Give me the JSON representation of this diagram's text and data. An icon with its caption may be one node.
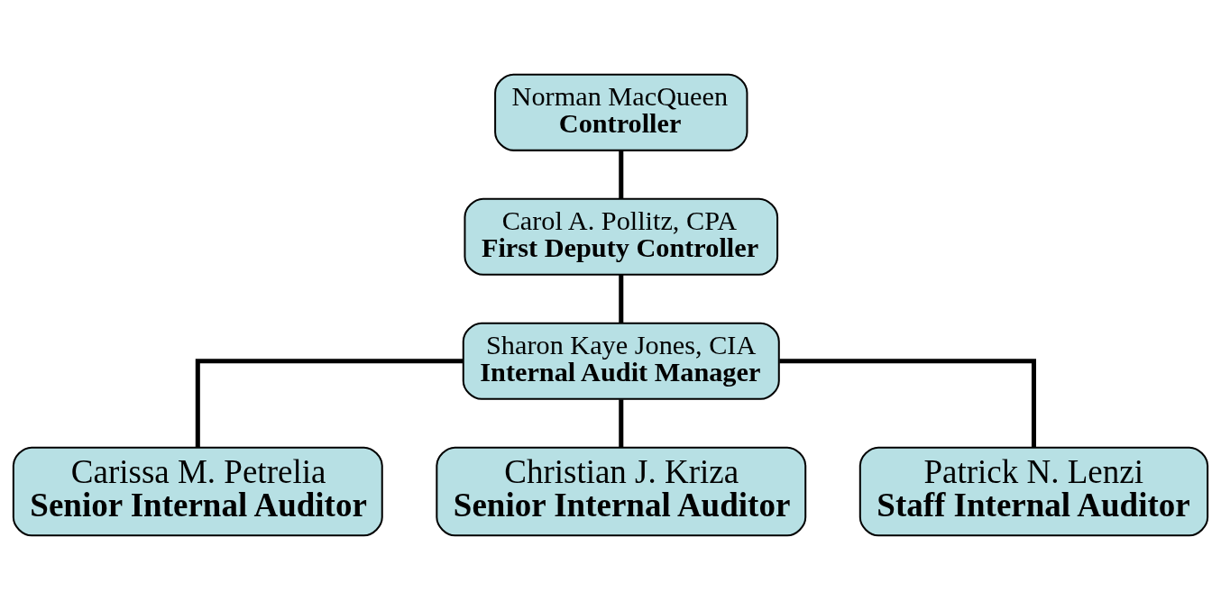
{
  "diagram": {
    "nodes": [
      {
        "text": [
          "Norman MacQueen",
          "Controller"
        ]
      },
      {
        "text": [
          "Carol A. Pollitz, CPA",
          "First Deputy Controller"
        ]
      },
      {
        "text": [
          "Sharon Kaye Jones, CIA",
          "Internal Audit Manager"
        ]
      },
      {
        "text": [
          "Carissa M. Petrelia",
          "Senior Internal Auditor"
        ]
      },
      {
        "text": [
          "Christian J. Kriza",
          "Senior Internal Auditor"
        ]
      },
      {
        "text": [
          "Patrick N. Lenzi",
          "Staff Internal Auditor"
        ]
      }
    ],
    "edges": [
      {
        "from": 0,
        "to": 1,
        "arrow": "none"
      },
      {
        "from": 1,
        "to": 2,
        "arrow": "none"
      },
      {
        "from": 2,
        "to": 3,
        "arrow": "none"
      },
      {
        "from": 2,
        "to": 4,
        "arrow": "none"
      },
      {
        "from": 2,
        "to": 5,
        "arrow": "none"
      }
    ]
  }
}
